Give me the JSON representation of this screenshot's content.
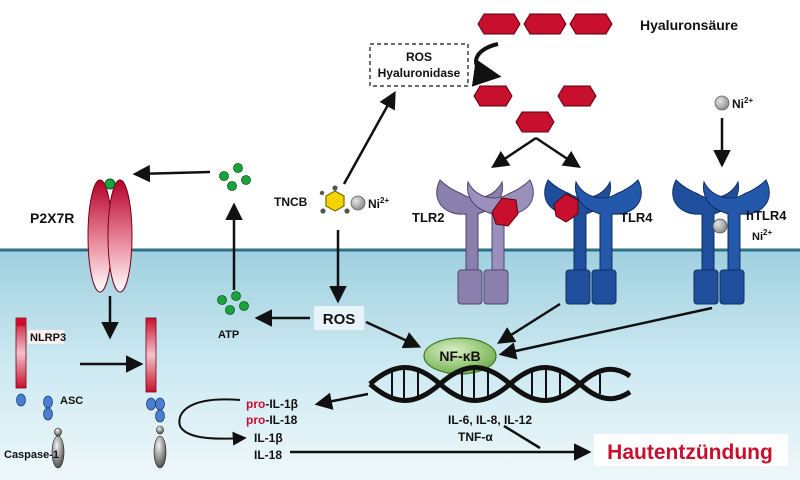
{
  "labels": {
    "hyaluronsaeure": "Hyaluronsäure",
    "ros_box_line1": "ROS",
    "ros_box_line2": "Hyaluronidase",
    "p2x7r": "P2X7R",
    "tncb": "TNCB",
    "ni_base": "Ni",
    "ni_sup": "2+",
    "tlr2": "TLR2",
    "tlr4": "TLR4",
    "htlr4": "hTLR4",
    "atp": "ATP",
    "ros": "ROS",
    "nfkb": "NF-κB",
    "nlrp3": "NLRP3",
    "asc": "ASC",
    "caspase1": "Caspase-1",
    "pro": "pro",
    "il1b_suffix": "-IL-1β",
    "il18_suffix": "-IL-18",
    "il1b": "IL-1β",
    "il18": "IL-18",
    "cytokines": "IL-6, IL-8, IL-12",
    "tnfa": "TNF-α",
    "hautentzuendung": "Hautentzündung"
  },
  "colors": {
    "hyaluronan_red": "#c8102e",
    "cytoplasm_top": "#a9d6e4",
    "cytoplasm_bottom": "#e8f5f9",
    "membrane": "#2f6f86",
    "tlr2_purple": "#8b80ad",
    "tlr4_blue": "#1f4f9c",
    "atp_green": "#1aa33a",
    "nfkb_green": "#8fc26b",
    "inflammation_red": "#c8102e"
  }
}
